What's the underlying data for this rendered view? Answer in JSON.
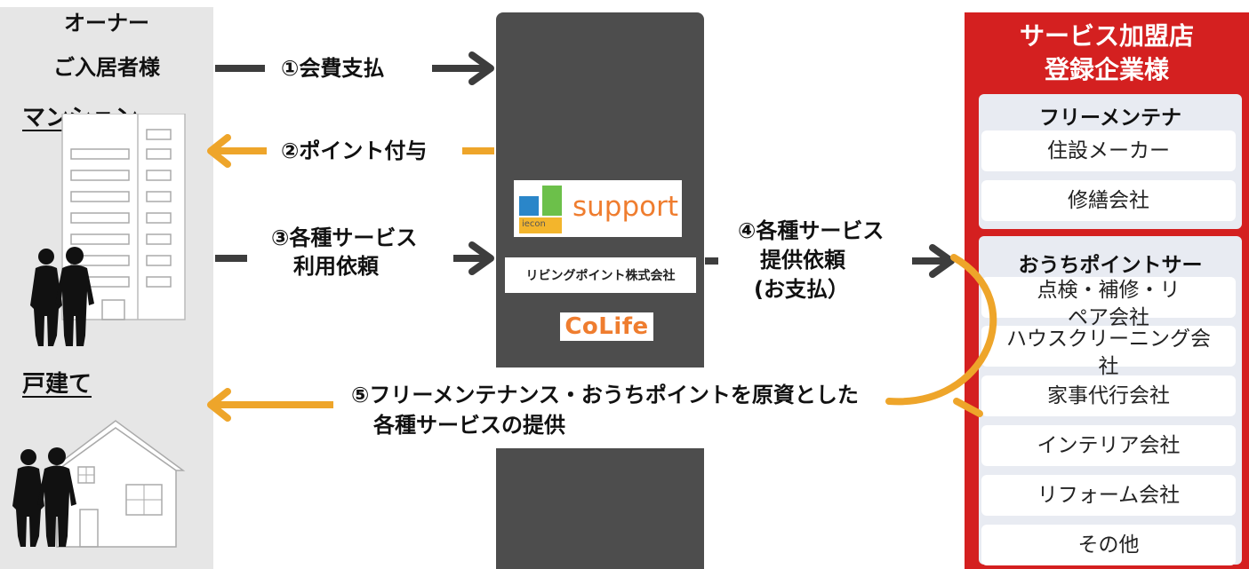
{
  "owner": {
    "line1": "オーナー",
    "line2": "ご入居者様"
  },
  "mansion_label": "マンション",
  "house_label": "戸建て",
  "flows": {
    "f1": "①会費支払",
    "f2": "②ポイント付与",
    "f3_l1": "③各種サービス",
    "f3_l2": "利用依頼",
    "f4_l1": "④各種サービス",
    "f4_l2": "提供依頼",
    "f4_l3": "(お支払）",
    "f5_l1": "⑤フリーメンテナンス・おうちポイントを原資とした",
    "f5_l2": "各種サービスの提供"
  },
  "center": {
    "support_logo_small": "iecon",
    "support_text": "support",
    "living_point": "リビングポイント株式会社",
    "colife": "CoLife"
  },
  "right": {
    "title_l1": "サービス加盟店",
    "title_l2": "登録企業様",
    "group1": {
      "title": "フリーメンテナ",
      "items": [
        "住設メーカー",
        "修繕会社"
      ]
    },
    "group2": {
      "title": "おうちポイントサー",
      "items": [
        "点検・補修・リペア会社",
        "ハウスクリーニング会社",
        "家事代行会社",
        "インテリア会社",
        "リフォーム会社",
        "その他"
      ]
    }
  },
  "colors": {
    "dark_arrow": "#3d3d3d",
    "orange_arrow": "#eea52a",
    "red_panel": "#d42020",
    "center_column": "#4d4d4d"
  }
}
